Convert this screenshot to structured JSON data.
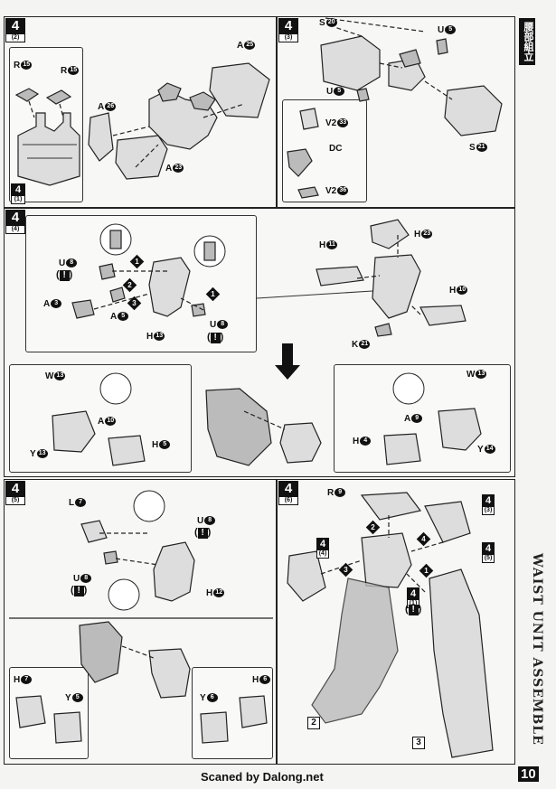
{
  "side_header": "腰部組立",
  "side_title": "WAIST UNIT ASSEMBLE",
  "footer": "Scaned by Dalong.net",
  "page_number": "10",
  "steps": {
    "s2": {
      "num": "4",
      "sub": "(2)"
    },
    "s3": {
      "num": "4",
      "sub": "(3)"
    },
    "s1": {
      "num": "4",
      "sub": "(1)"
    },
    "s4": {
      "num": "4",
      "sub": "(4)"
    },
    "s5": {
      "num": "4",
      "sub": "(5)"
    },
    "s6": {
      "num": "4",
      "sub": "(6)"
    },
    "ref1": {
      "num": "4",
      "sub": "(1)"
    },
    "ref3": {
      "num": "4",
      "sub": "(3)"
    },
    "ref4": {
      "num": "4",
      "sub": "(4)"
    },
    "ref5": {
      "num": "4",
      "sub": "(5)"
    }
  },
  "labels": {
    "r15a": "R",
    "r15a_n": "15",
    "r15b": "R",
    "r15b_n": "15",
    "a26": "A",
    "a26_n": "26",
    "a25": "A",
    "a25_n": "25",
    "a23": "A",
    "a23_n": "23",
    "s20": "S",
    "s20_n": "20",
    "u5a": "U",
    "u5a_n": "5",
    "u5b": "U",
    "u5b_n": "5",
    "v233": "V2",
    "v233_n": "33",
    "dc": "DC",
    "v236": "V2",
    "v236_n": "36",
    "s21": "S",
    "s21_n": "21",
    "u8a": "U",
    "u8a_n": "8",
    "a3": "A",
    "a3_n": "3",
    "a5": "A",
    "a5_n": "5",
    "h13": "H",
    "h13_n": "13",
    "u8b": "U",
    "u8b_n": "8",
    "h11": "H",
    "h11_n": "11",
    "h23": "H",
    "h23_n": "23",
    "h10": "H",
    "h10_n": "10",
    "k21": "K",
    "k21_n": "21",
    "w13a": "W",
    "w13a_n": "13",
    "a10": "A",
    "a10_n": "10",
    "y13": "Y",
    "y13_n": "13",
    "h5": "H",
    "h5_n": "5",
    "w13b": "W",
    "w13b_n": "13",
    "a9": "A",
    "a9_n": "9",
    "h4": "H",
    "h4_n": "4",
    "y14": "Y",
    "y14_n": "14",
    "l7": "L",
    "l7_n": "7",
    "u8c": "U",
    "u8c_n": "8",
    "u8d": "U",
    "u8d_n": "8",
    "h12": "H",
    "h12_n": "12",
    "h7": "H",
    "h7_n": "7",
    "y5": "Y",
    "y5_n": "5",
    "y6": "Y",
    "y6_n": "6",
    "h6": "H",
    "h6_n": "6",
    "r9": "R",
    "r9_n": "9",
    "box2": "2",
    "box3": "3"
  },
  "warning_symbol": "!",
  "order_numbers": [
    "1",
    "2",
    "3",
    "4"
  ]
}
